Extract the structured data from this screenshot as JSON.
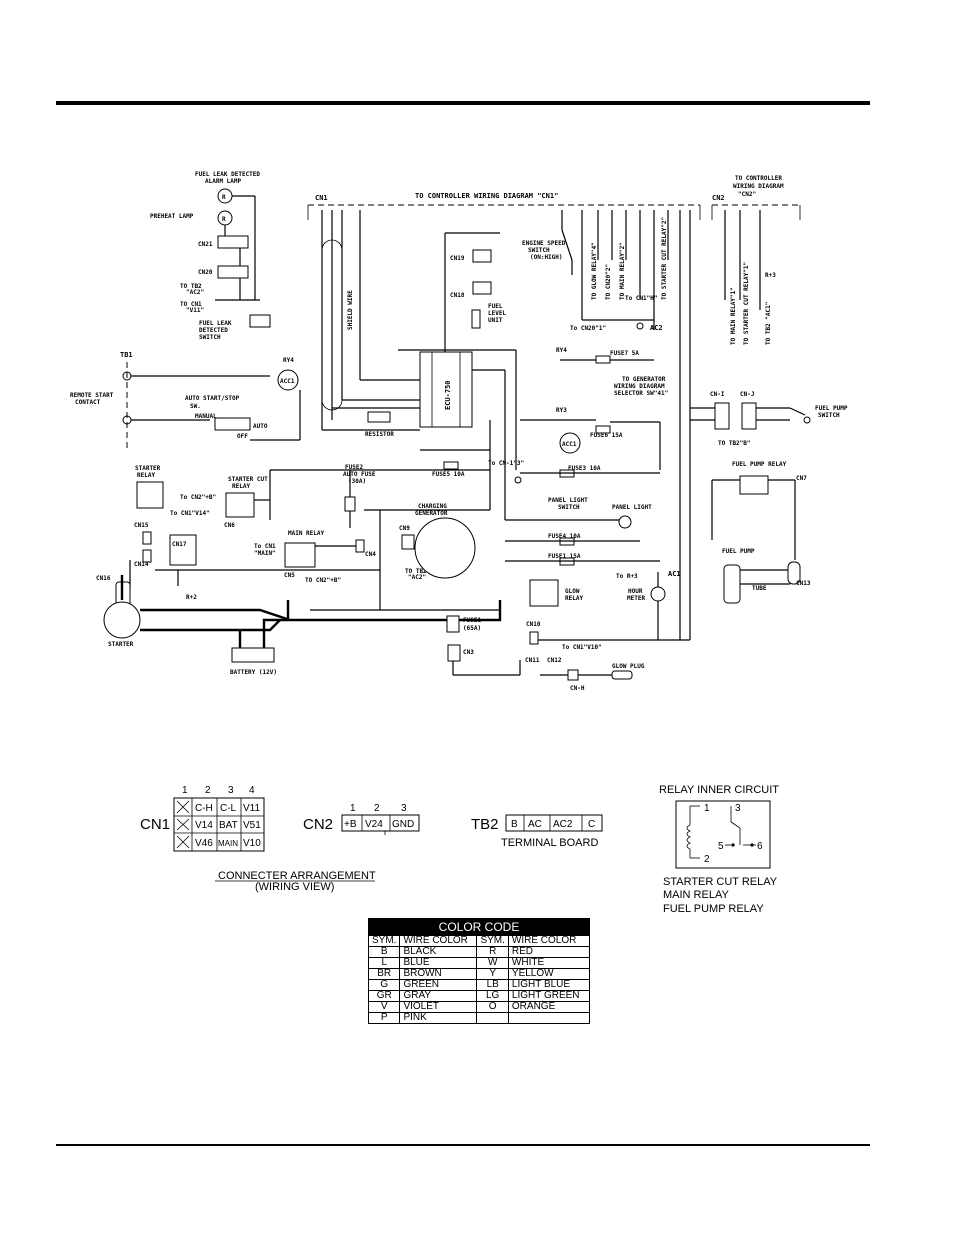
{
  "labels": {
    "to_cn1": "TO CONTROLLER WIRING DIAGRAM \"CN1\"",
    "to_cn2_a": "TO CONTROLLER",
    "to_cn2_b": "WIRING DIAGRAM",
    "to_cn2_c": "\"CN2\"",
    "cn1": "CN1",
    "cn2": "CN2",
    "fuel_leak_lamp_a": "FUEL LEAK DETECTED",
    "fuel_leak_lamp_b": "ALARM LAMP",
    "preheat_lamp": "PREHEAT LAMP",
    "cn21": "CN21",
    "cn20": "CN20",
    "to_tb2_ac2": "TO TB2",
    "to_tb2_ac2_b": "\"AC2\"",
    "to_cn1_v11": "TO CN1",
    "to_cn1_v11_b": "\"V11\"",
    "fuel_leak_switch_a": "FUEL LEAK",
    "fuel_leak_switch_b": "DETECTED",
    "fuel_leak_switch_c": "SWITCH",
    "tb1": "TB1",
    "ry4": "RY4",
    "acc1": "ACC1",
    "remote_a": "REMOTE START",
    "remote_b": "CONTACT",
    "auto_ss_a": "AUTO START/STOP",
    "auto_ss_b": "SW.",
    "manual": "MANUAL",
    "auto": "AUTO",
    "off": "OFF",
    "shield_wire": "SHIELD WIRE",
    "ecu": "ECU-750",
    "resistor": "RESISTOR",
    "cn19": "CN19",
    "cn18": "CN18",
    "fuel_level_a": "FUEL",
    "fuel_level_b": "LEVEL",
    "fuel_level_c": "UNIT",
    "engine_speed_a": "ENGINE SPEED",
    "engine_speed_b": "SWITCH",
    "engine_speed_c": "(ON:HIGH)",
    "to_glow_relay": "TO GLOW RELAY\"4\"",
    "to_cn20_1": "TO CN20\"2\"",
    "to_main_relay_2": "TO MAIN RELAY\"2\"",
    "to_starter_cut_2": "TO STARTER CUT RELAY\"2\"",
    "to_main_relay_1": "TO MAIN RELAY\"1\"",
    "to_starter_cut_1": "TO STARTER CUT RELAY\"1\"",
    "to_tb2_ac1": "TO TB2 \"AC1\"",
    "to_cn1_h": "To CN1\"H\"",
    "to_cn20_1b": "To CN20\"1\"",
    "ac2": "AC2",
    "ry4b": "RY4",
    "fuse7": "FUSE7 5A",
    "to_gen_a": "TO GENERATOR",
    "to_gen_b": "WIRING DIAGRAM",
    "to_gen_c": "SELECTOR SW\"41\"",
    "ry3": "RY3",
    "acc1b": "ACC1",
    "fuse6": "FUSE6 15A",
    "cnj1": "CN-I",
    "cnj": "CN-J",
    "fuel_pump_sw_a": "FUEL PUMP",
    "fuel_pump_sw_b": "SWITCH",
    "to_tb2_b": "TO TB2\"B\"",
    "fuel_pump_relay": "FUEL PUMP RELAY",
    "cn7": "CN7",
    "starter_relay_a": "STARTER",
    "starter_relay_b": "RELAY",
    "starter_cut_a": "STARTER CUT",
    "starter_cut_b": "RELAY",
    "to_cn2_b2": "To CN2\"+B\"",
    "to_cn1_v14": "To CN1\"V14\"",
    "cn6": "CN6",
    "fuse2_a": "FUSE2",
    "fuse2_b": "AUTO FUSE",
    "fuse2_c": "(30A)",
    "fuse5": "FUSE5 10A",
    "to_cn1_3": "To CN-1\"3\"",
    "fuse3": "FUSE3 10A",
    "cn15": "CN15",
    "cn17": "CN17",
    "cn14": "CN14",
    "main_relay": "MAIN RELAY",
    "to_cn1_main": "To CN1",
    "to_cn1_main_b": "\"MAIN\"",
    "cn5": "CN5",
    "cn4": "CN4",
    "to_cn2_b3": "TO CN2\"+B\"",
    "cn9": "CN9",
    "charging_a": "CHARGING",
    "charging_b": "GENERATOR",
    "to_tb2_ac2b": "TO TB2",
    "to_tb2_ac2b_b": "\"AC2\"",
    "panel_light_sw_a": "PANEL LIGHT",
    "panel_light_sw_b": "SWITCH",
    "panel_light": "PANEL LIGHT",
    "fuse4": "FUSE4 10A",
    "fuse1_15": "FUSE1 15A",
    "fuel_pump": "FUEL PUMP",
    "cn13": "CN13",
    "tube": "TUBE",
    "cn16": "CN16",
    "starter": "STARTER",
    "glow_relay_a": "GLOW",
    "glow_relay_b": "RELAY",
    "to_r3": "To R+3",
    "ac1": "AC1",
    "hour_meter_a": "HOUR",
    "hour_meter_b": "METER",
    "fuse1": "FUSE1",
    "fuse1_b": "(65A)",
    "cn3": "CN3",
    "cn10": "CN10",
    "to_cn1_v10": "To CN1\"V10\"",
    "cn11": "CN11",
    "cn12": "CN12",
    "glow_plug": "GLOW PLUG",
    "cnh": "CN-H",
    "battery": "BATTERY (12V)",
    "r2": "R+2",
    "r3": "R+3"
  },
  "connectors": {
    "cn1_name": "CN1",
    "cn1_pins": [
      "1",
      "2",
      "3",
      "4"
    ],
    "cn1_rows": [
      [
        "",
        "C-H",
        "C-L",
        "V11"
      ],
      [
        "",
        "V14",
        "BAT",
        "V51"
      ],
      [
        "",
        "V46",
        "MAIN",
        "V10"
      ]
    ],
    "cn2_name": "CN2",
    "cn2_pins": [
      "1",
      "2",
      "3"
    ],
    "cn2_cells": [
      "+B",
      "V24",
      "GND"
    ],
    "tb2_name": "TB2",
    "tb2_cells": [
      "B",
      "AC",
      "AC2",
      "C"
    ],
    "terminal_board": "TERMINAL BOARD",
    "arr_title": "CONNECTER ARRANGEMENT",
    "arr_sub": "(WIRING VIEW)"
  },
  "relay": {
    "title": "RELAY INNER CIRCUIT",
    "pins": [
      "1",
      "2",
      "3",
      "5",
      "6"
    ],
    "names": [
      "STARTER CUT RELAY",
      "MAIN RELAY",
      "FUEL PUMP RELAY"
    ]
  },
  "color_code": {
    "title": "COLOR CODE",
    "headers": [
      "SYM.",
      "WIRE COLOR",
      "SYM.",
      "WIRE COLOR"
    ],
    "rows": [
      [
        "B",
        "BLACK",
        "R",
        "RED"
      ],
      [
        "L",
        "BLUE",
        "W",
        "WHITE"
      ],
      [
        "BR",
        "BROWN",
        "Y",
        "YELLOW"
      ],
      [
        "G",
        "GREEN",
        "LB",
        "LIGHT BLUE"
      ],
      [
        "GR",
        "GRAY",
        "LG",
        "LIGHT GREEN"
      ],
      [
        "V",
        "VIOLET",
        "O",
        "ORANGE"
      ],
      [
        "P",
        "PINK",
        "",
        ""
      ]
    ]
  }
}
